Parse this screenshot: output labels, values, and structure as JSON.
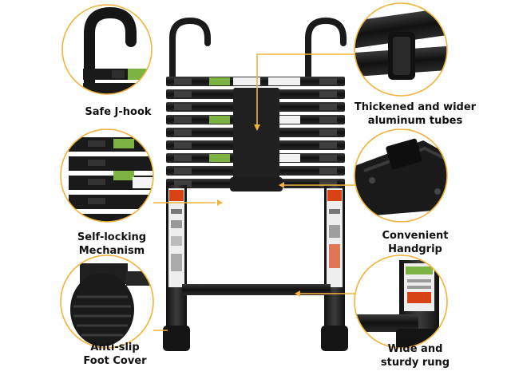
{
  "callouts": {
    "hook": {
      "line1": "Safe J-hook"
    },
    "lock": {
      "line1": "Self-locking",
      "line2": "Mechanism"
    },
    "foot": {
      "line1": "Anti-slip",
      "line2": "Foot Cover"
    },
    "tube": {
      "line1": "Thickened and wider",
      "line2": "aluminum tubes"
    },
    "grip": {
      "line1": "Convenient",
      "line2": "Handgrip"
    },
    "rung": {
      "line1": "Wide and",
      "line2": "sturdy rung"
    }
  },
  "colors": {
    "accent": "#F2B33A",
    "ladder": "#1a1a1a",
    "ladder_highlight": "#4a4a4a",
    "sticker_green": "#7cb342",
    "sticker_red": "#d84315"
  }
}
